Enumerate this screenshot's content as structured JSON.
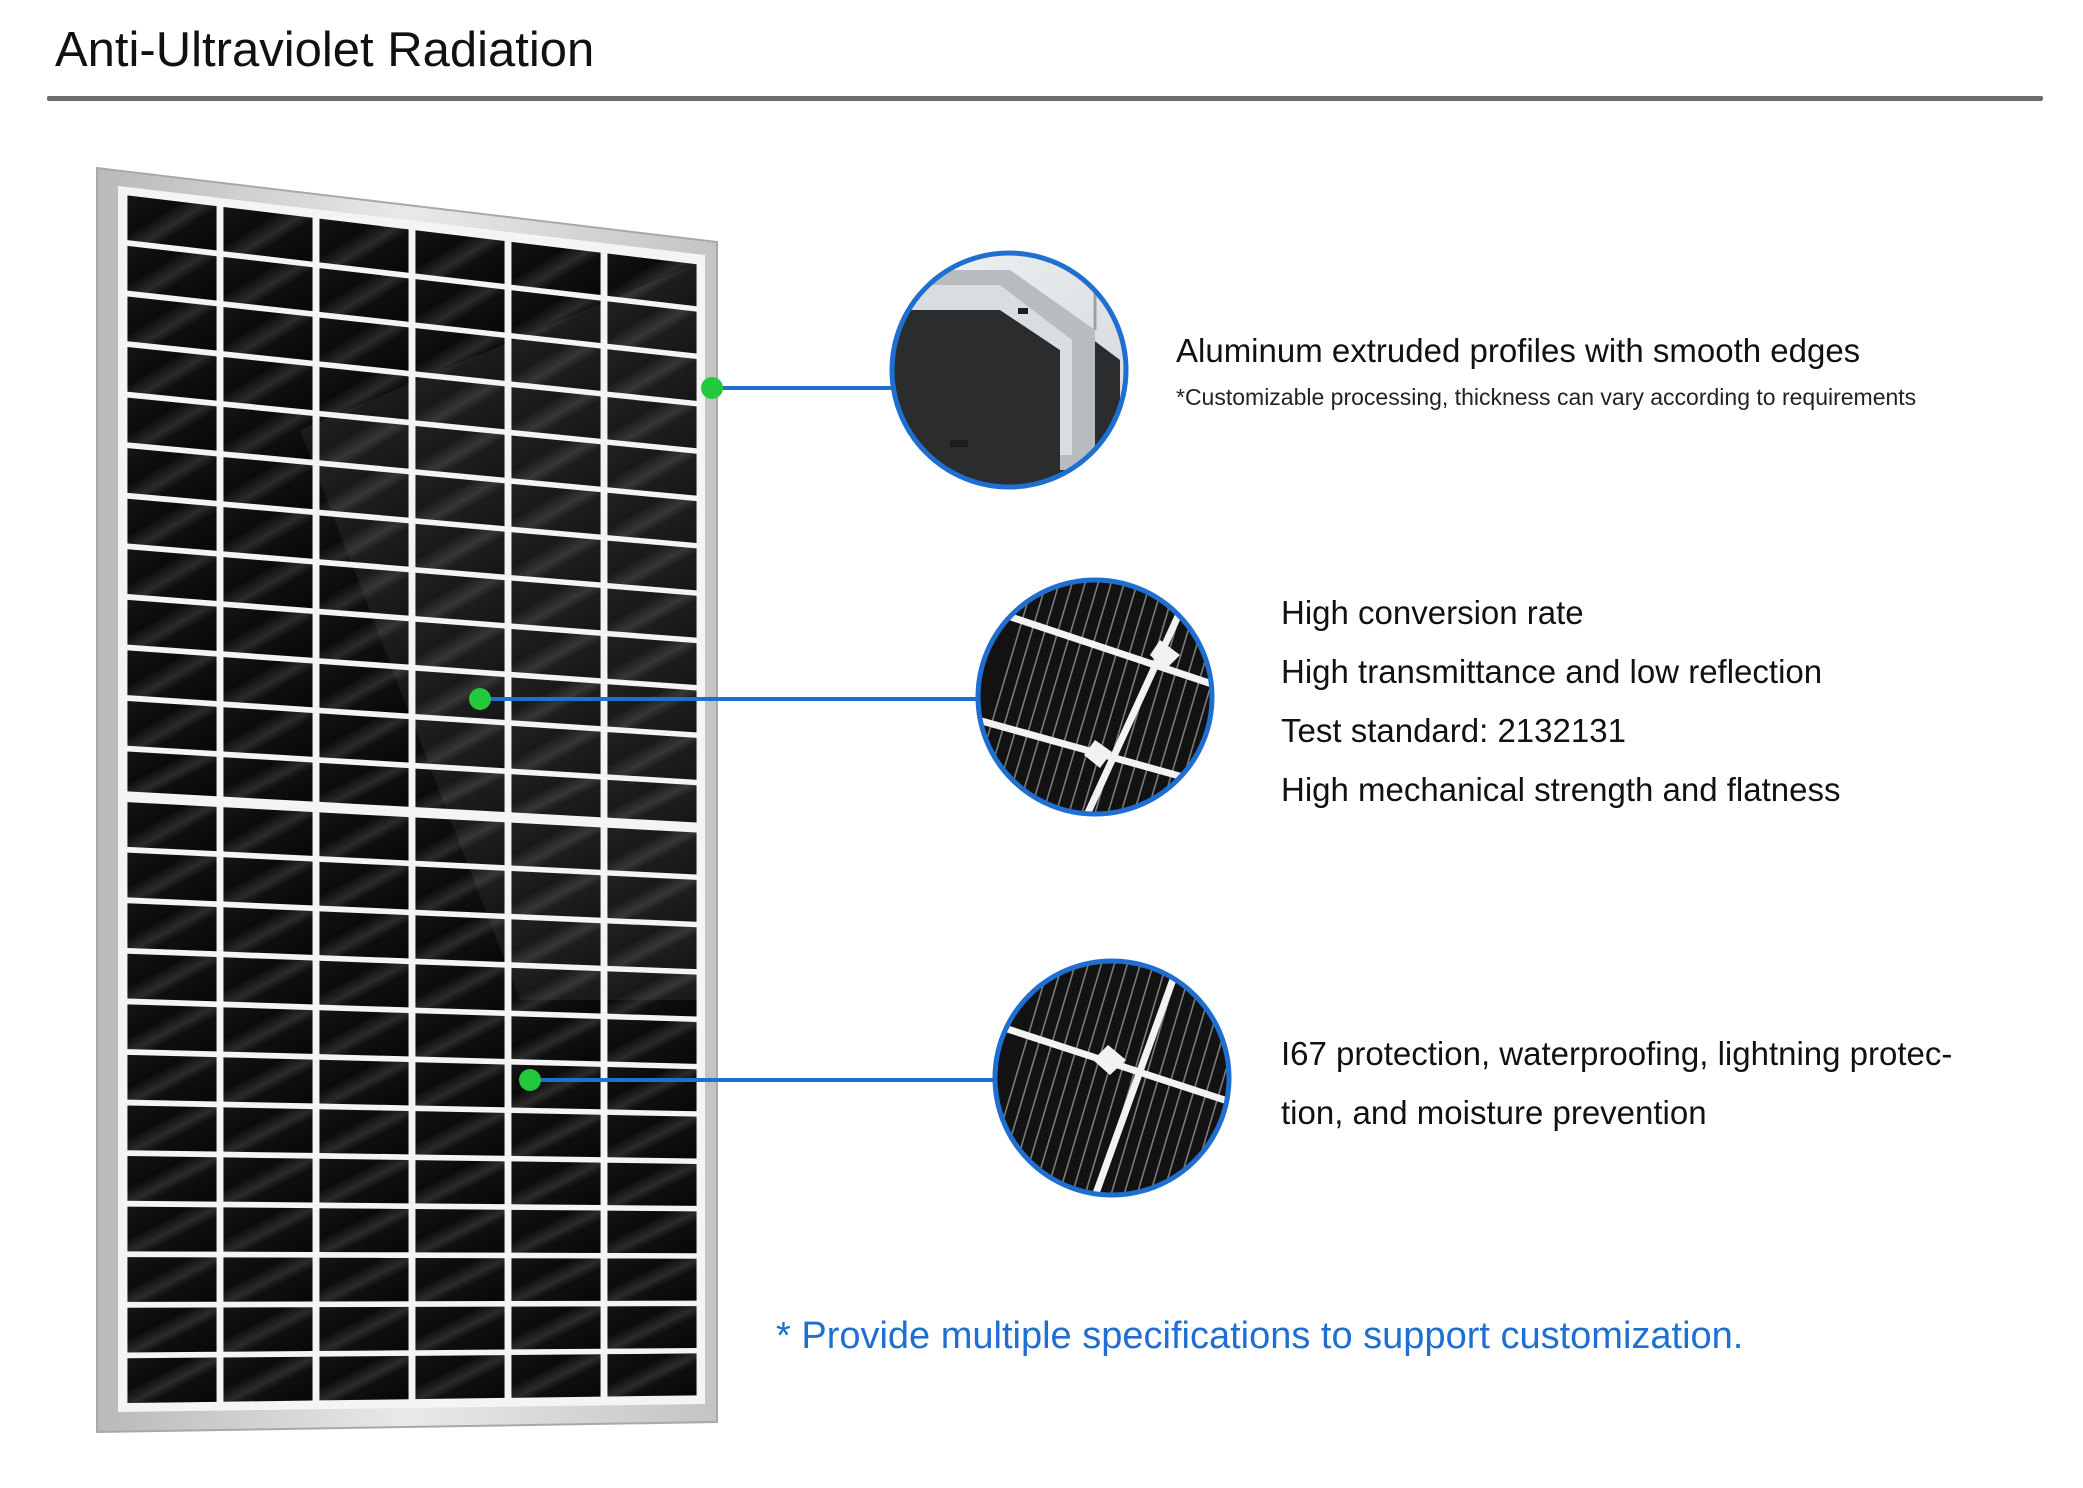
{
  "page": {
    "title": "Anti-Ultraviolet Radiation",
    "accent_color": "#1e6fd1",
    "marker_color": "#22c93a",
    "rule_color": "#6d6d6d"
  },
  "image": {
    "subject": "solar-panel",
    "callout_images": [
      "aluminum-frame-corner-closeup",
      "solar-cell-closeup",
      "solar-cell-closeup"
    ]
  },
  "features": [
    {
      "heading": "Aluminum extruded profiles with smooth edges",
      "note": "*Customizable processing, thickness can vary according to requirements"
    },
    {
      "lines": [
        "High conversion rate",
        "High transmittance and low reflection",
        "Test standard: 2132131",
        "High mechanical strength and flatness"
      ]
    },
    {
      "lines": [
        "I67 protection, waterproofing, lightning protec-",
        "tion, and moisture prevention"
      ]
    }
  ],
  "footer": {
    "note": "* Provide multiple specifications to support customization."
  }
}
